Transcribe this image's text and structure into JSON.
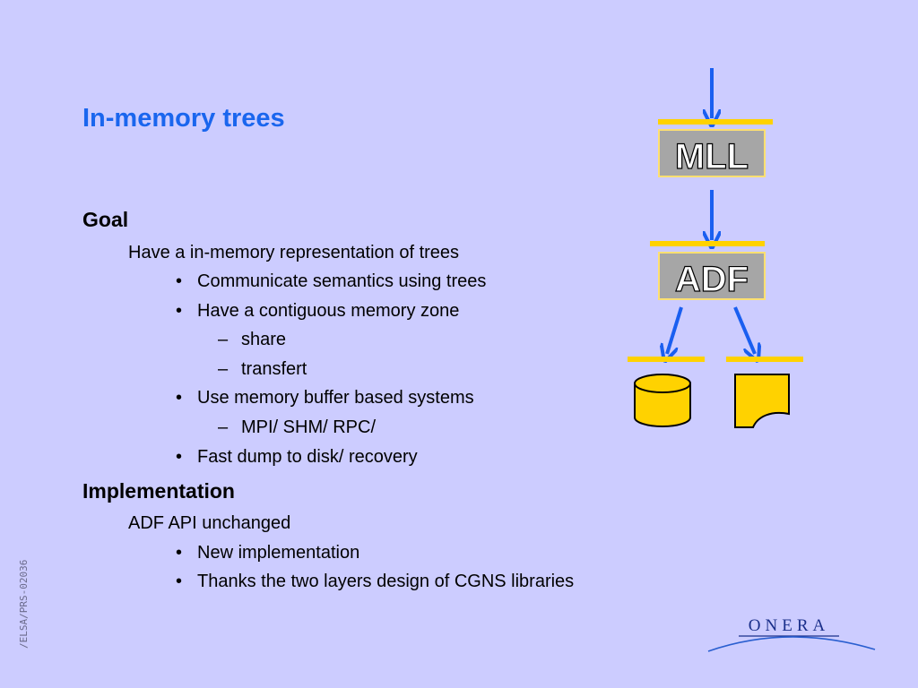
{
  "slide": {
    "title": "In-memory trees",
    "side_ref": "/ELSA/PRS-02036",
    "sections": {
      "goal": {
        "heading": "Goal",
        "lead": "Have a in-memory representation of trees",
        "b1": "Communicate semantics using trees",
        "b2": "Have a contiguous memory zone",
        "b2_s1": "share",
        "b2_s2": "transfert",
        "b3": "Use memory buffer based systems",
        "b3_s1": "MPI/ SHM/ RPC/",
        "b4": "Fast dump to disk/ recovery"
      },
      "impl": {
        "heading": "Implementation",
        "lead": "ADF API unchanged",
        "b1": "New implementation",
        "b2": "Thanks the two layers design of CGNS libraries"
      }
    },
    "bullet_glyph": "•",
    "dash_glyph": "–"
  },
  "diagram": {
    "box_mll": "MLL",
    "box_adf": "ADF"
  },
  "logo": {
    "text": "ONERA"
  },
  "colors": {
    "background": "#ccccff",
    "title": "#1a66ee",
    "arrow": "#1a5ff0",
    "yellow": "#ffd200",
    "box_gray": "#a6a6a6"
  }
}
